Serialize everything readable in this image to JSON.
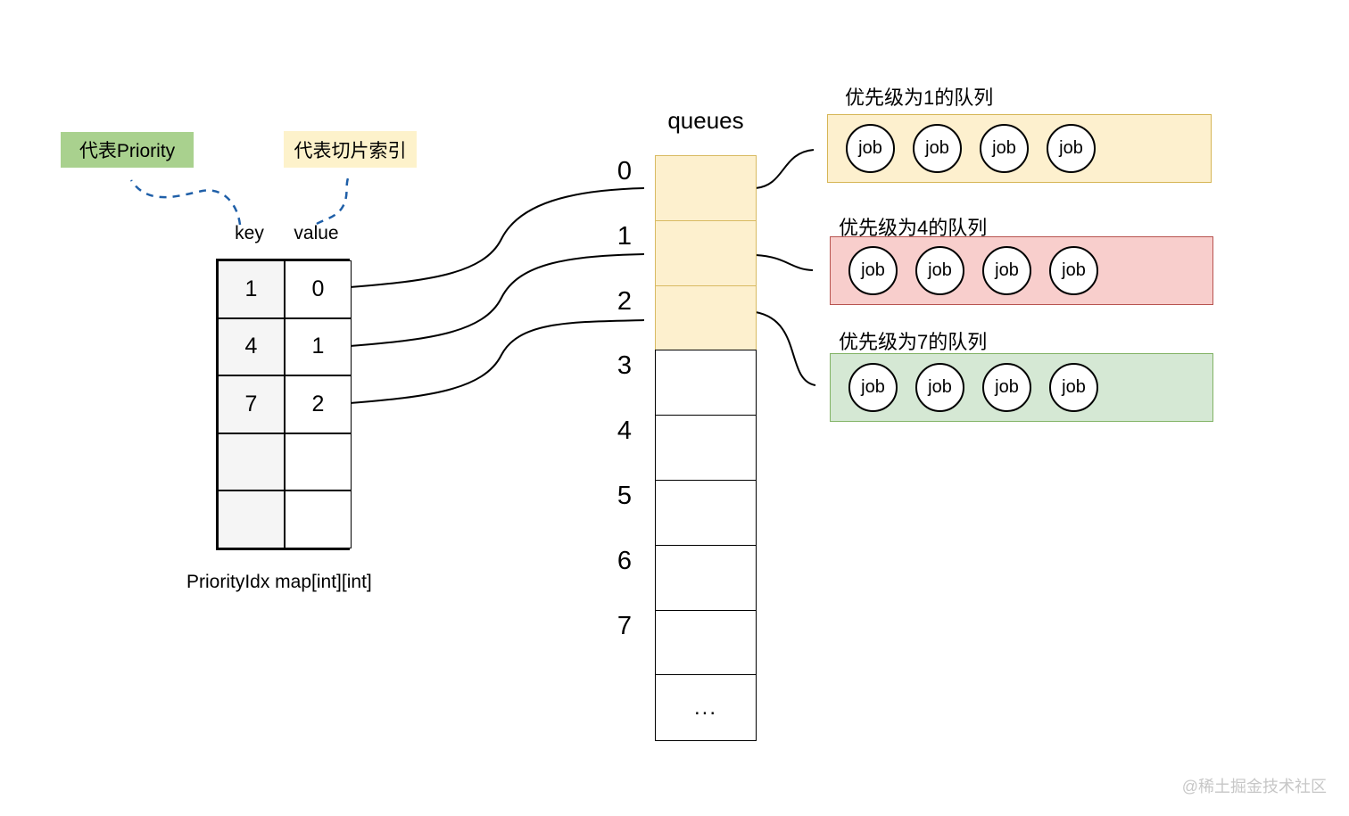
{
  "labels": {
    "priority_tag": "代表Priority",
    "slice_index_tag": "代表切片索引",
    "key_header": "key",
    "value_header": "value",
    "table_caption": "PriorityIdx map[int][int]",
    "queues_title": "queues",
    "ellipsis": "...",
    "watermark": "@稀土掘金技术社区"
  },
  "map_table": {
    "columns": [
      "key",
      "value"
    ],
    "rows": [
      {
        "key": "1",
        "value": "0"
      },
      {
        "key": "4",
        "value": "1"
      },
      {
        "key": "7",
        "value": "2"
      },
      {
        "key": "",
        "value": ""
      },
      {
        "key": "",
        "value": ""
      }
    ]
  },
  "queues_array": {
    "indices": [
      "0",
      "1",
      "2",
      "3",
      "4",
      "5",
      "6",
      "7"
    ],
    "highlighted_indices": [
      0,
      1,
      2
    ],
    "last_cell_text": "..."
  },
  "priority_queues": [
    {
      "label": "优先级为1的队列",
      "color_name": "yellow",
      "fill": "#fdf0ce",
      "border": "#d6b656",
      "jobs": [
        "job",
        "job",
        "job",
        "job"
      ]
    },
    {
      "label": "优先级为4的队列",
      "color_name": "red",
      "fill": "#f8cecc",
      "border": "#b85450",
      "jobs": [
        "job",
        "job",
        "job",
        "job"
      ]
    },
    {
      "label": "优先级为7的队列",
      "color_name": "green",
      "fill": "#d5e8d4",
      "border": "#82b366",
      "jobs": [
        "job",
        "job",
        "job",
        "job"
      ]
    }
  ],
  "colors": {
    "priority_tag_bg": "#a9d18e",
    "slice_index_tag_bg": "#fdf2cb",
    "queue_cell_highlight": "#fdf0ce",
    "key_column_bg": "#f5f5f5",
    "dashed_arrow": "#1f5fa8",
    "solid_arrow": "#000000",
    "watermark_text": "#c7c7c7"
  }
}
